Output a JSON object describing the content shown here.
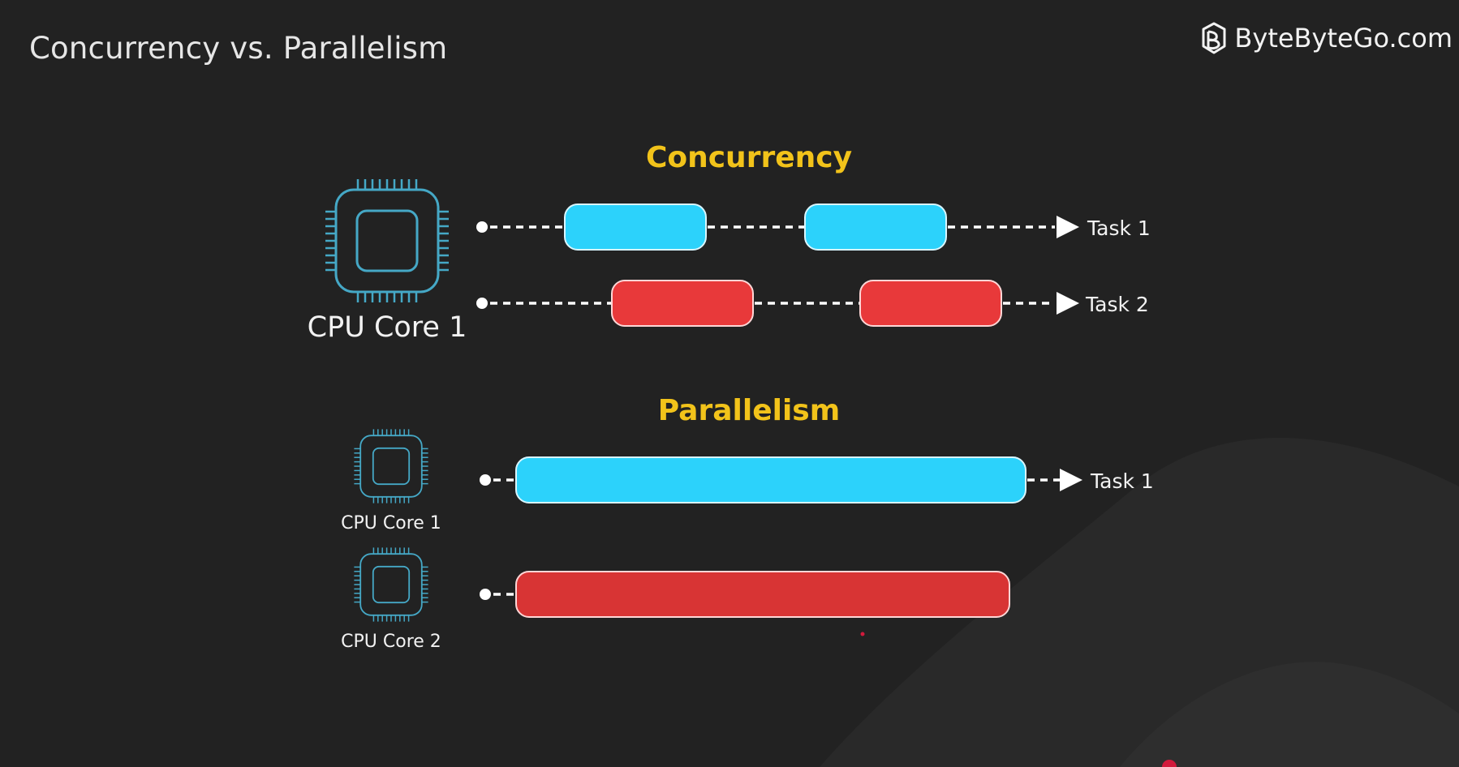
{
  "header": {
    "title": "Concurrency vs. Parallelism",
    "brand": "ByteByteGo.com"
  },
  "concurrency": {
    "title": "Concurrency",
    "core_label": "CPU Core 1",
    "tasks": [
      {
        "label": "Task 1",
        "color": "#2cd2fb"
      },
      {
        "label": "Task 2",
        "color": "#e8393a"
      }
    ]
  },
  "parallelism": {
    "title": "Parallelism",
    "cores": [
      {
        "label": "CPU Core 1",
        "task_label": "Task 1",
        "color": "#2cd2fb"
      },
      {
        "label": "CPU Core 2",
        "task_label": "",
        "color": "#d83434"
      }
    ]
  },
  "colors": {
    "background": "#222222",
    "heading": "#f2c31a",
    "task_1": "#2cd2fb",
    "task_2": "#e8393a",
    "chip_outline": "#45a8c6"
  },
  "icons": [
    "bytebytego-logo-icon",
    "cpu-chip-icon",
    "arrow-right-icon"
  ]
}
